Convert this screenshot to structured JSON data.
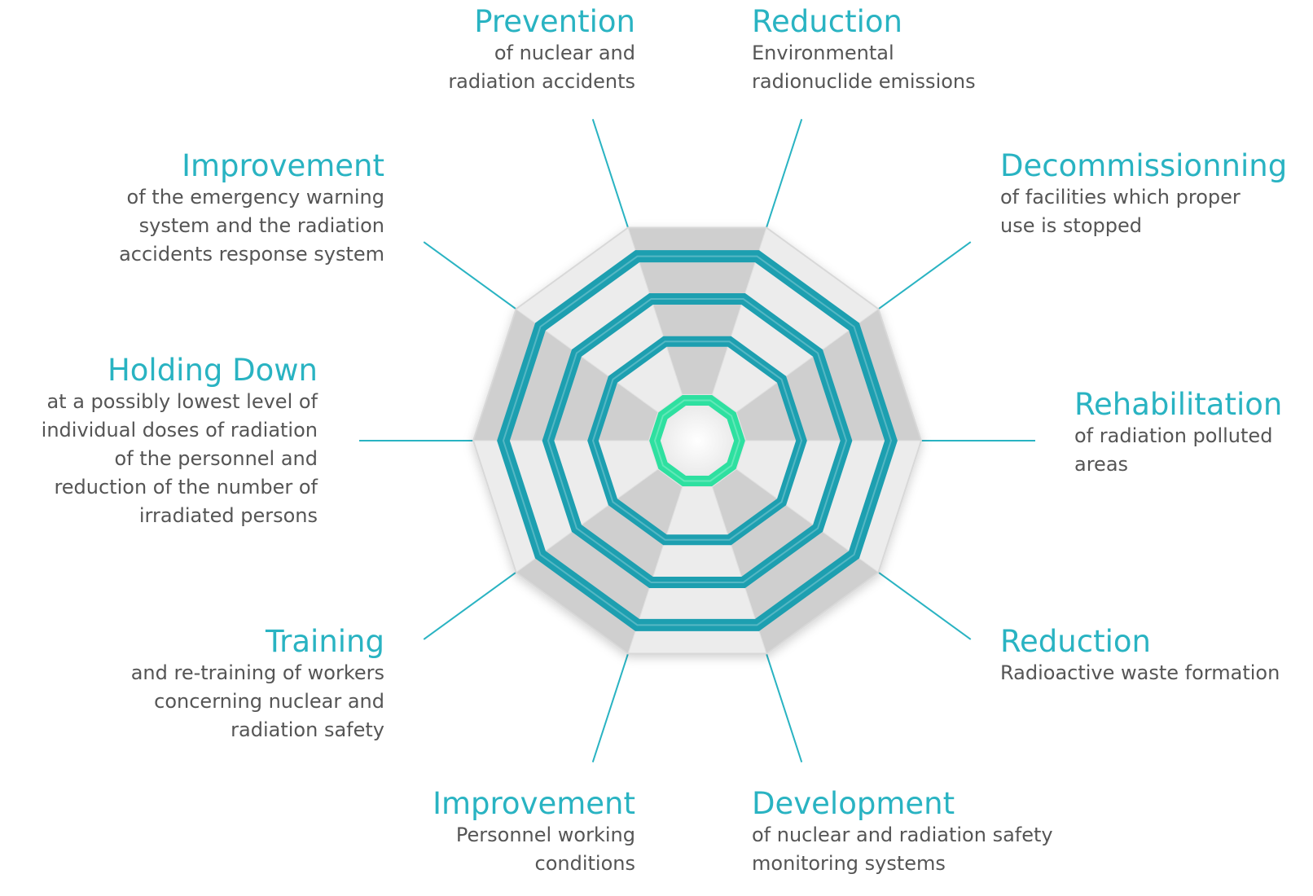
{
  "colors": {
    "accent": "#29b3c2",
    "ring_teal": "#1d9fb0",
    "ring_green": "#2ee0a0",
    "text_gray": "#555555",
    "wedge_light": "#ececec",
    "wedge_dark": "#cfcfcf"
  },
  "segments": [
    {
      "id": "prevention",
      "heading": "Prevention",
      "description": "of nuclear and\nradiation accidents"
    },
    {
      "id": "reduction-emissions",
      "heading": "Reduction",
      "description": "Environmental\nradionuclide emissions"
    },
    {
      "id": "decommissioning",
      "heading": "Decommissionning",
      "description": "of facilities which proper\nuse is stopped"
    },
    {
      "id": "rehabilitation",
      "heading": "Rehabilitation",
      "description": "of radiation polluted\nareas"
    },
    {
      "id": "reduction-waste",
      "heading": "Reduction",
      "description": "Radioactive waste formation"
    },
    {
      "id": "development",
      "heading": "Development",
      "description": "of nuclear and radiation safety\nmonitoring systems"
    },
    {
      "id": "improvement-working",
      "heading": "Improvement",
      "description": "Personnel working\nconditions"
    },
    {
      "id": "training",
      "heading": "Training",
      "description": "and re-training of workers\nconcerning nuclear and\nradiation safety"
    },
    {
      "id": "holding-down",
      "heading": "Holding Down",
      "description": "at a possibly lowest level of\nindividual doses of radiation\nof the personnel and\nreduction of the number of\nirradiated persons"
    },
    {
      "id": "improvement-warning",
      "heading": "Improvement",
      "description": "of the emergency warning\nsystem and the radiation\naccidents response system"
    }
  ]
}
